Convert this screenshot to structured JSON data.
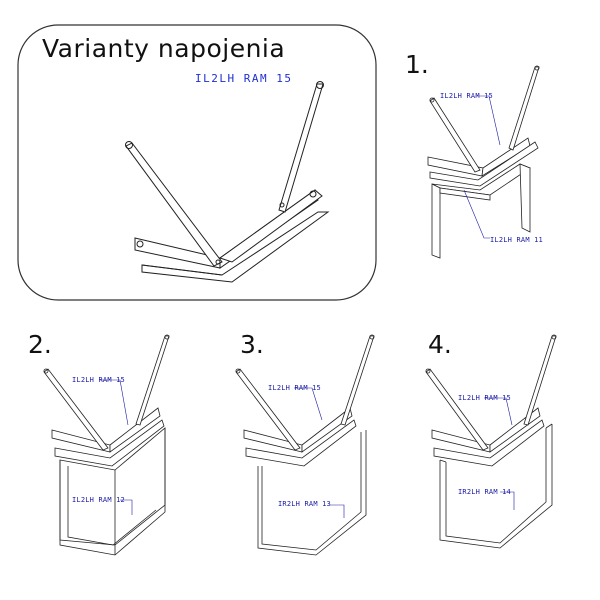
{
  "panel": {
    "title": "Varianty napojenia",
    "main_label": "IL2LH RAM 15"
  },
  "variants": [
    {
      "number": "1.",
      "label_top": "IL2LH RAM 15",
      "label_bottom": "IL2LH RAM 11"
    },
    {
      "number": "2.",
      "label_top": "IL2LH RAM 15",
      "label_bottom": "IL2LH RAM 12"
    },
    {
      "number": "3.",
      "label_top": "IL2LH RAM 15",
      "label_bottom": "IR2LH RAM 13"
    },
    {
      "number": "4.",
      "label_top": "IL2LH RAM 15",
      "label_bottom": "IR2LH RAM 14"
    }
  ],
  "colors": {
    "line": "#222222",
    "label": "#1a1aa6",
    "frame": "#333333"
  }
}
